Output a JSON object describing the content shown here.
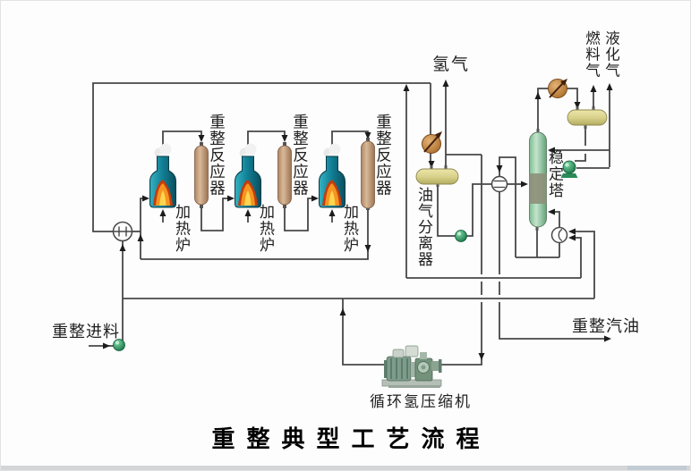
{
  "title": "重整典型工艺流程",
  "colors": {
    "line": "#474747",
    "arrow": "#1c1c1c",
    "text": "#1f1f1f",
    "furnace_body": "#1f93a6",
    "flame": "#e86a14",
    "reactor_body": "#c9a284",
    "separator_body": "#ddd591",
    "column_body": "#9ed0ae",
    "cooler_body": "#c08a4a",
    "valve_green": "#2ea363"
  },
  "labels": {
    "hydrogen": "氢气",
    "fuel_gas": "燃料气",
    "lpg": "液化气",
    "feed": "重整进料",
    "gasoline": "重整汽油",
    "compressor": "循环氢压缩机",
    "separator": "油气分离器",
    "stabilizer": "稳定塔",
    "reactors": [
      "重整反应器",
      "重整反应器",
      "重整反应器"
    ],
    "furnaces": [
      "加热炉",
      "加热炉",
      "加热炉"
    ]
  }
}
